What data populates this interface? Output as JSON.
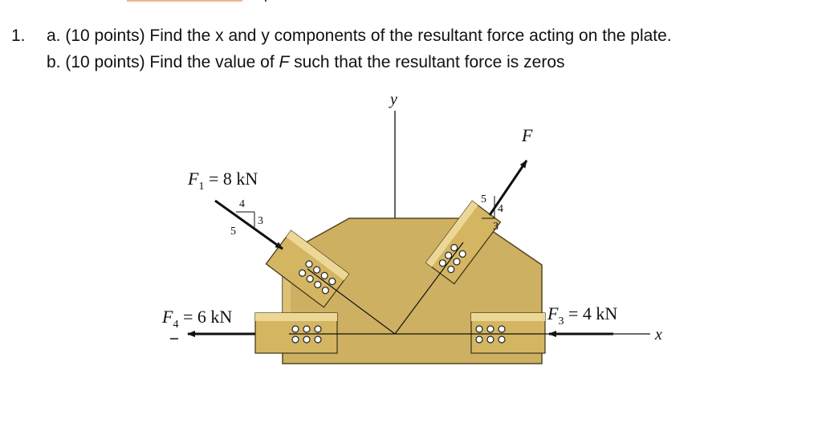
{
  "question": {
    "number": "1.",
    "part_a": "a. (10 points) Find the x and y components of the resultant force acting on the plate.",
    "part_b_prefix": "b. (10 points) Find the value of ",
    "part_b_var": "F",
    "part_b_suffix": " such that the resultant force is zeros"
  },
  "figure": {
    "axis_x": "x",
    "axis_y": "y",
    "force_f": "F",
    "force_f_slope": {
      "rise": "4",
      "run": "3",
      "hyp": "5"
    },
    "force_f1": {
      "sym": "F",
      "sub": "1",
      "val": " = 8 kN"
    },
    "force_f1_slope": {
      "rise": "3",
      "run": "4",
      "hyp": "5"
    },
    "force_f3": {
      "sym": "F",
      "sub": "3",
      "val": " = 4 kN"
    },
    "force_f4": {
      "sym": "F",
      "sub": "4",
      "val": " = 6 kN"
    },
    "colors": {
      "plate": "#cdb062",
      "plate_edge": "#55451c",
      "member": "#d4b562",
      "arrow": "#111111"
    }
  }
}
